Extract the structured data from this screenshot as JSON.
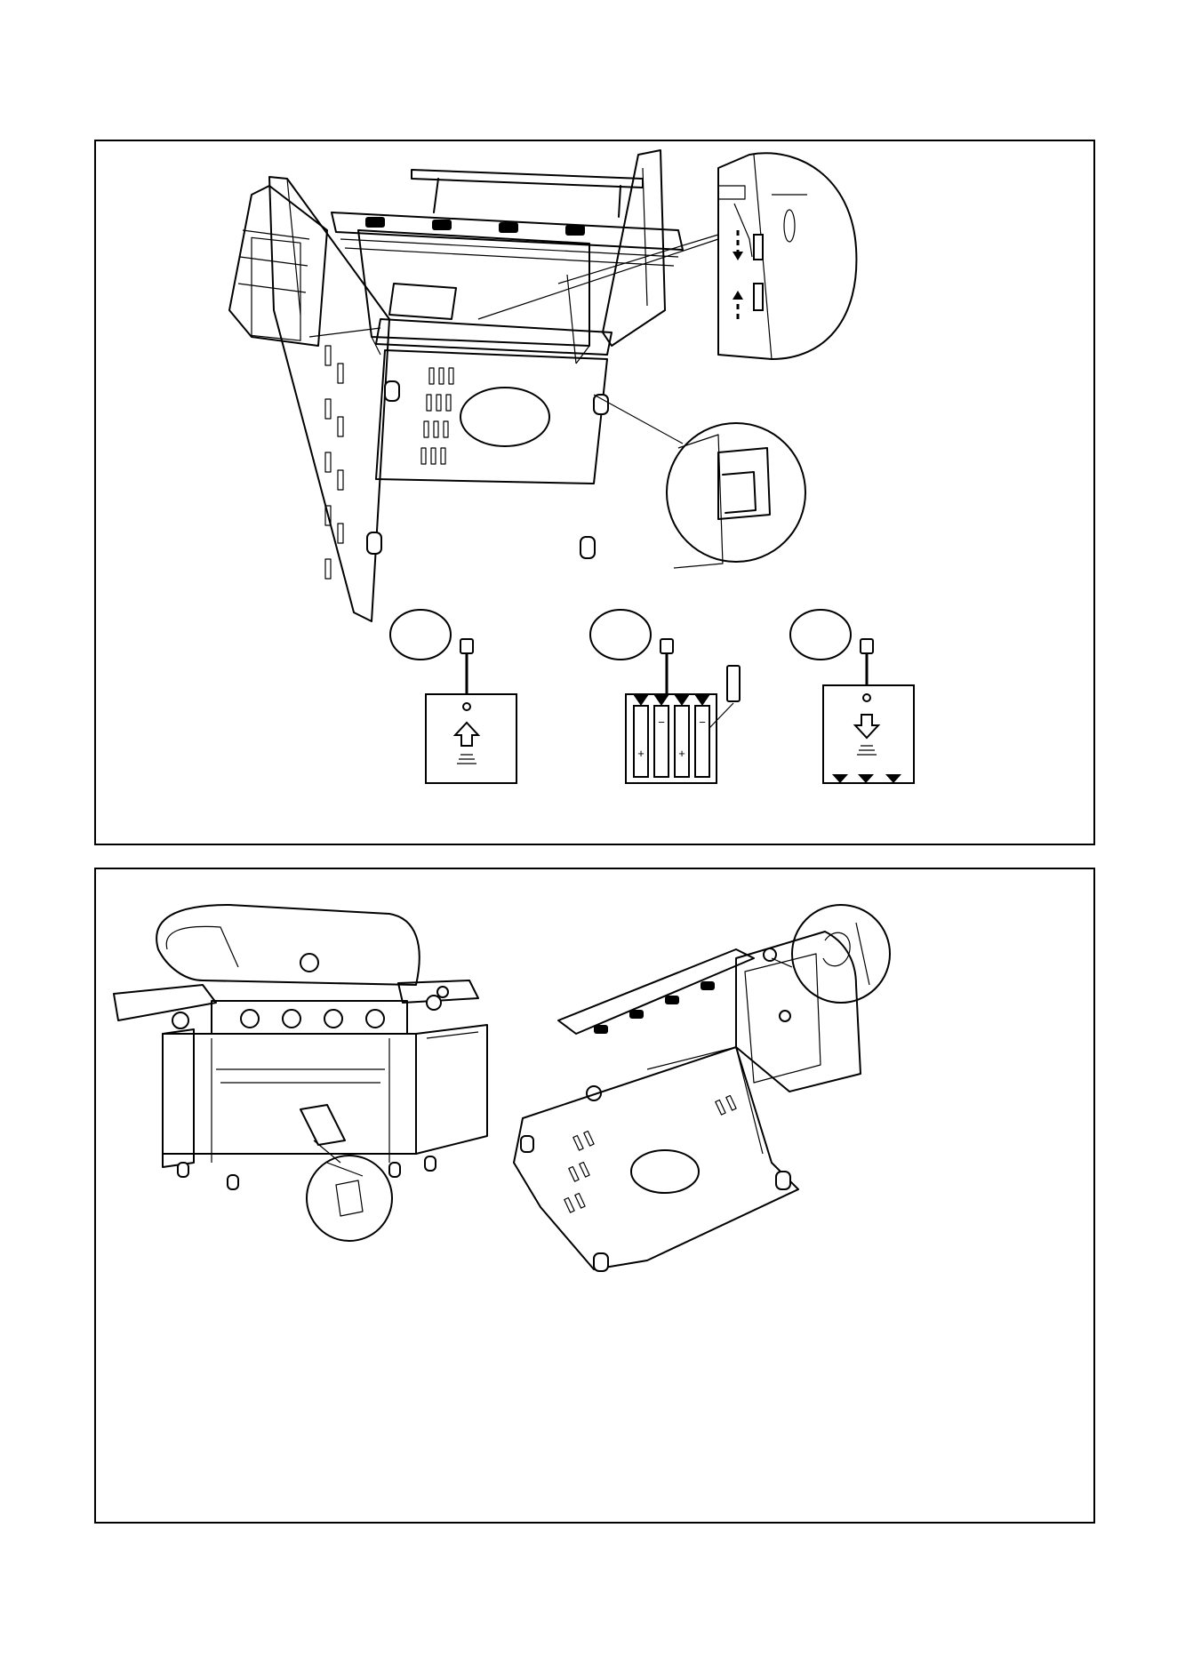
{
  "figure": {
    "panels": [
      {
        "name": "battery-install-panel",
        "steps": [
          {
            "marker": "",
            "icon": "open-lid-up-arrow-icon"
          },
          {
            "marker": "",
            "icon": "insert-batteries-icon"
          },
          {
            "marker": "",
            "icon": "close-lid-down-arrow-icon"
          }
        ],
        "connector_icon": "plug-connector-icon",
        "polarity_plus": "+",
        "polarity_minus": "−"
      },
      {
        "name": "grill-views-panel",
        "views": [
          "front-view",
          "underside-view"
        ]
      }
    ]
  },
  "colors": {
    "line": "#000000",
    "background": "#ffffff"
  }
}
